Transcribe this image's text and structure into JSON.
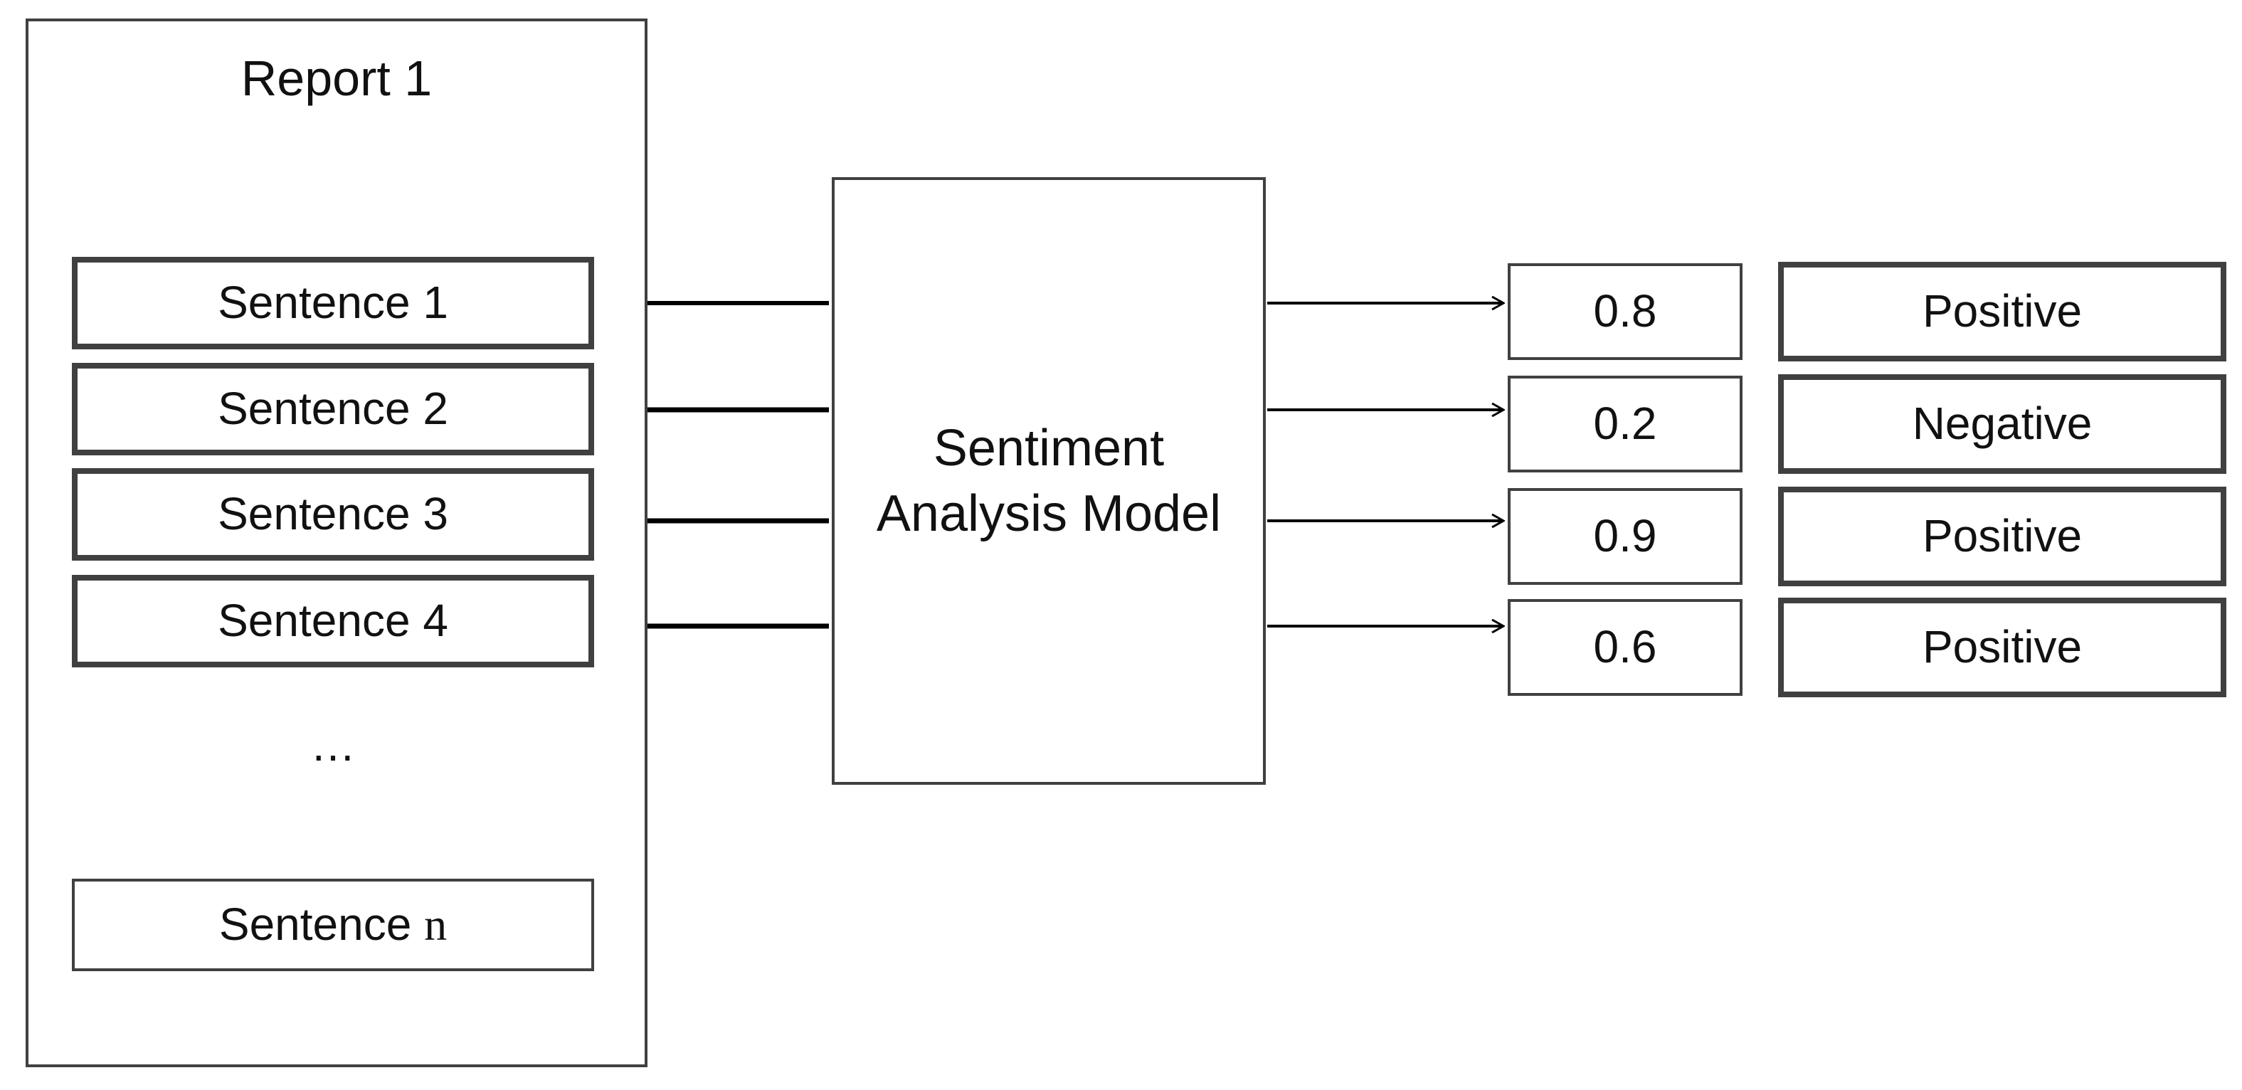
{
  "report": {
    "title": "Report 1",
    "sentences": [
      {
        "label": "Sentence 1"
      },
      {
        "label": "Sentence 2"
      },
      {
        "label": "Sentence 3"
      },
      {
        "label": "Sentence 4"
      }
    ],
    "ellipsis": "…",
    "last_sentence": {
      "prefix": "Sentence ",
      "variable": "n"
    }
  },
  "model": {
    "label": "Sentiment Analysis Model"
  },
  "outputs": [
    {
      "score": "0.8",
      "sentiment": "Positive"
    },
    {
      "score": "0.2",
      "sentiment": "Negative"
    },
    {
      "score": "0.9",
      "sentiment": "Positive"
    },
    {
      "score": "0.6",
      "sentiment": "Positive"
    }
  ]
}
